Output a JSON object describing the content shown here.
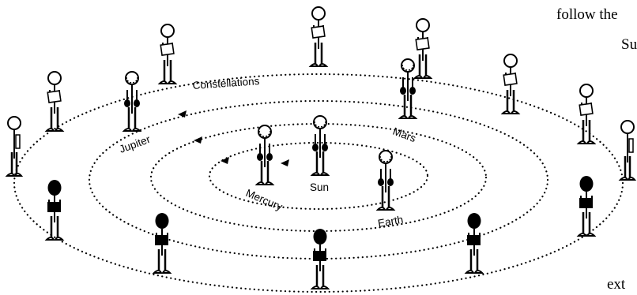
{
  "labels": {
    "constellations": "Constellations",
    "jupiter": "Jupiter",
    "mars": "Mars",
    "mercury": "Mercury",
    "sun": "Sun",
    "earth": "Earth"
  },
  "cut_text": {
    "line1": "follow the",
    "line2": "Su",
    "line3": "ext"
  },
  "colors": {
    "ink": "#000000",
    "background": "#ffffff"
  }
}
